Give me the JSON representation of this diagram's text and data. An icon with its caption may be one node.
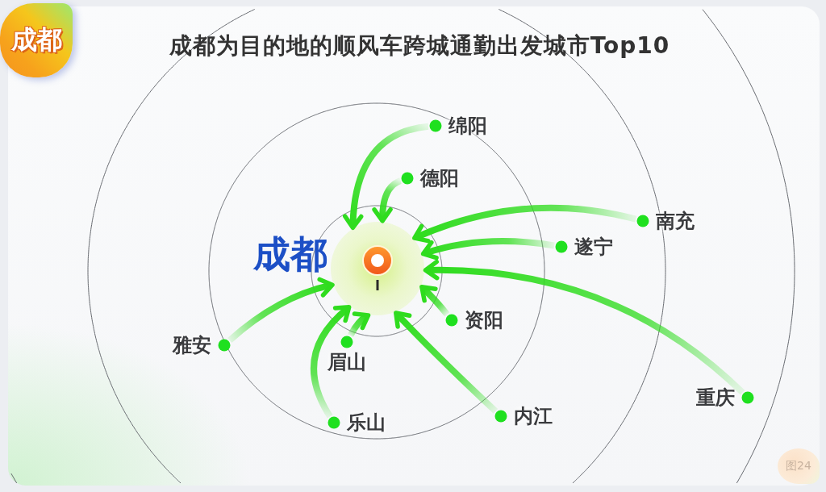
{
  "diagram": {
    "title": "成都为目的地的顺风车跨城通勤出发城市Top10",
    "nodes": [
      {
        "text": [
          "成都"
        ]
      },
      {
        "text": [
          "绵阳"
        ]
      },
      {
        "text": [
          "德阳"
        ]
      },
      {
        "text": [
          "南充"
        ]
      },
      {
        "text": [
          "遂宁"
        ]
      },
      {
        "text": [],
        "shape": "pin",
        "beside": [
          "成都"
        ]
      },
      {
        "text": [
          "资阳"
        ]
      },
      {
        "text": [
          "雅安"
        ]
      },
      {
        "text": [
          "眉山"
        ]
      },
      {
        "text": [
          "重庆"
        ]
      },
      {
        "text": [
          "内江"
        ]
      },
      {
        "text": [
          "乐山"
        ]
      }
    ],
    "edges": [
      {
        "from": 1,
        "to": 5,
        "arrow": "to"
      },
      {
        "from": 2,
        "to": 5,
        "arrow": "to"
      },
      {
        "from": 3,
        "to": 5,
        "arrow": "to"
      },
      {
        "from": 4,
        "to": 5,
        "arrow": "to"
      },
      {
        "from": 6,
        "to": 5,
        "arrow": "to"
      },
      {
        "from": 7,
        "to": 5,
        "arrow": "to"
      },
      {
        "from": 8,
        "to": 5,
        "arrow": "to"
      },
      {
        "from": 9,
        "to": 5,
        "arrow": "to"
      },
      {
        "from": 10,
        "to": 5,
        "arrow": "to"
      },
      {
        "from": 11,
        "to": 5,
        "arrow": "to"
      }
    ],
    "labels": [
      "图24"
    ]
  }
}
